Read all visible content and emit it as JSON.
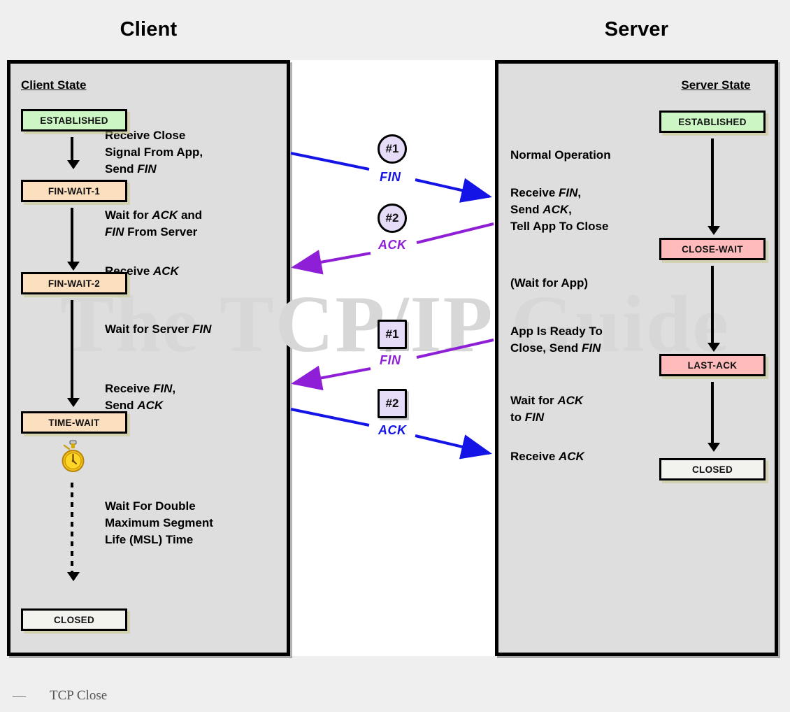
{
  "watermark": "The TCP/IP Guide",
  "columns": {
    "client": {
      "title": "Client",
      "state_heading": "Client State"
    },
    "server": {
      "title": "Server",
      "state_heading": "Server State"
    }
  },
  "client_states": [
    {
      "label": "ESTABLISHED",
      "color": "#ccf7c4"
    },
    {
      "label": "FIN-WAIT-1",
      "color": "#fbdfbf"
    },
    {
      "label": "FIN-WAIT-2",
      "color": "#fbdfbf"
    },
    {
      "label": "TIME-WAIT",
      "color": "#fbdfbf"
    },
    {
      "label": "CLOSED",
      "color": "#f2f2ee"
    }
  ],
  "server_states": [
    {
      "label": "ESTABLISHED",
      "color": "#ccf7c4"
    },
    {
      "label": "CLOSE-WAIT",
      "color": "#ffbbbb"
    },
    {
      "label": "LAST-ACK",
      "color": "#ffbbbb"
    },
    {
      "label": "CLOSED",
      "color": "#f2f2ee"
    }
  ],
  "client_notes": [
    "Receive Close<br>Signal From App,<br>Send <i>FIN</i>",
    "Wait for <i>ACK</i> and<br><i>FIN</i> From Server",
    "Receive <i>ACK</i>",
    "Wait for Server <i>FIN</i>",
    "Receive <i>FIN</i>,<br>Send <i>ACK</i>",
    "Wait For Double<br>Maximum Segment<br>Life (MSL) Time"
  ],
  "server_notes": [
    "Normal Operation",
    "Receive <i>FIN</i>,<br>Send <i>ACK</i>,<br>Tell App To Close",
    "(Wait for App)",
    "App Is Ready To<br>Close, Send <i>FIN</i>",
    "Wait for <i>ACK</i><br>to <i>FIN</i>",
    "Receive <i>ACK</i>"
  ],
  "messages": [
    {
      "badge": "#1",
      "label": "FIN",
      "shape": "circle",
      "color": "#1414e6",
      "direction": "client-to-server"
    },
    {
      "badge": "#2",
      "label": "ACK",
      "shape": "circle",
      "color": "#8f1fd6",
      "direction": "server-to-client"
    },
    {
      "badge": "#1",
      "label": "FIN",
      "shape": "square",
      "color": "#8f1fd6",
      "direction": "server-to-client"
    },
    {
      "badge": "#2",
      "label": "ACK",
      "shape": "square",
      "color": "#1414e6",
      "direction": "client-to-server"
    }
  ],
  "caption": {
    "dash": "—",
    "text": "TCP Close"
  },
  "colors": {
    "blue": "#1414e6",
    "purple": "#8f1fd6",
    "panel_bg": "#dedede",
    "page_bg": "#efefef",
    "badge_fill": "#e7dcf7"
  }
}
